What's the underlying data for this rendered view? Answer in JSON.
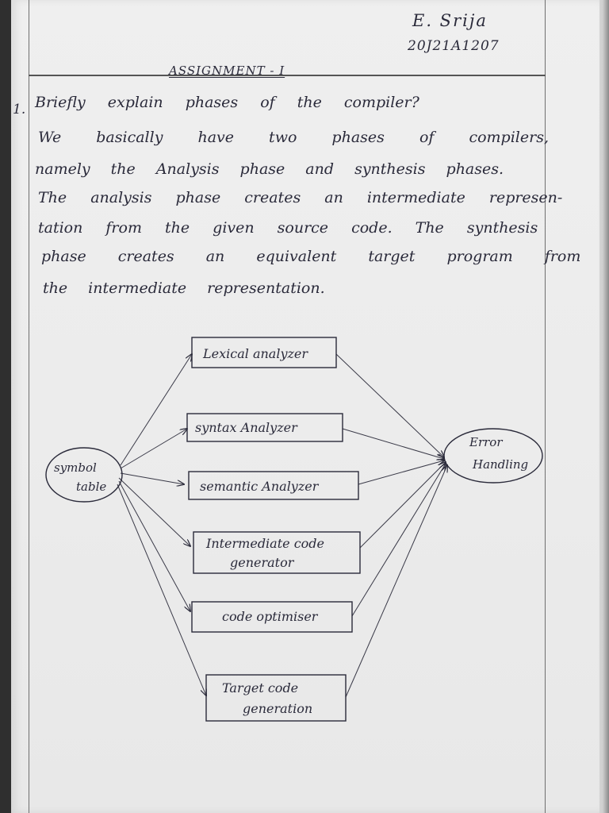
{
  "header": {
    "student_name": "E. Srija",
    "roll_number": "20J21A1207",
    "assignment_title": "ASSIGNMENT - I"
  },
  "question": {
    "number": "1.",
    "text": "Briefly explain phases of the compiler?"
  },
  "answer_lines": [
    "We basically have two phases of compilers,",
    "namely the Analysis phase and synthesis phases.",
    "The analysis phase creates an intermediate represen-",
    "tation from the given source code. The synthesis",
    "phase creates an equivalent target program from",
    "the intermediate representation."
  ],
  "diagram": {
    "phases": [
      "Lexical analyzer",
      "syntax Analyzer",
      "semantic Analyzer",
      "Intermediate code",
      "generator",
      "code optimiser",
      "Target code",
      "generation"
    ],
    "symbol_table": [
      "symbol",
      "table"
    ],
    "error_handling": [
      "Error",
      "Handling"
    ]
  },
  "colors": {
    "ink": "#2a2a3a",
    "paper": "#ececec",
    "rule": "#6f6f6f"
  }
}
